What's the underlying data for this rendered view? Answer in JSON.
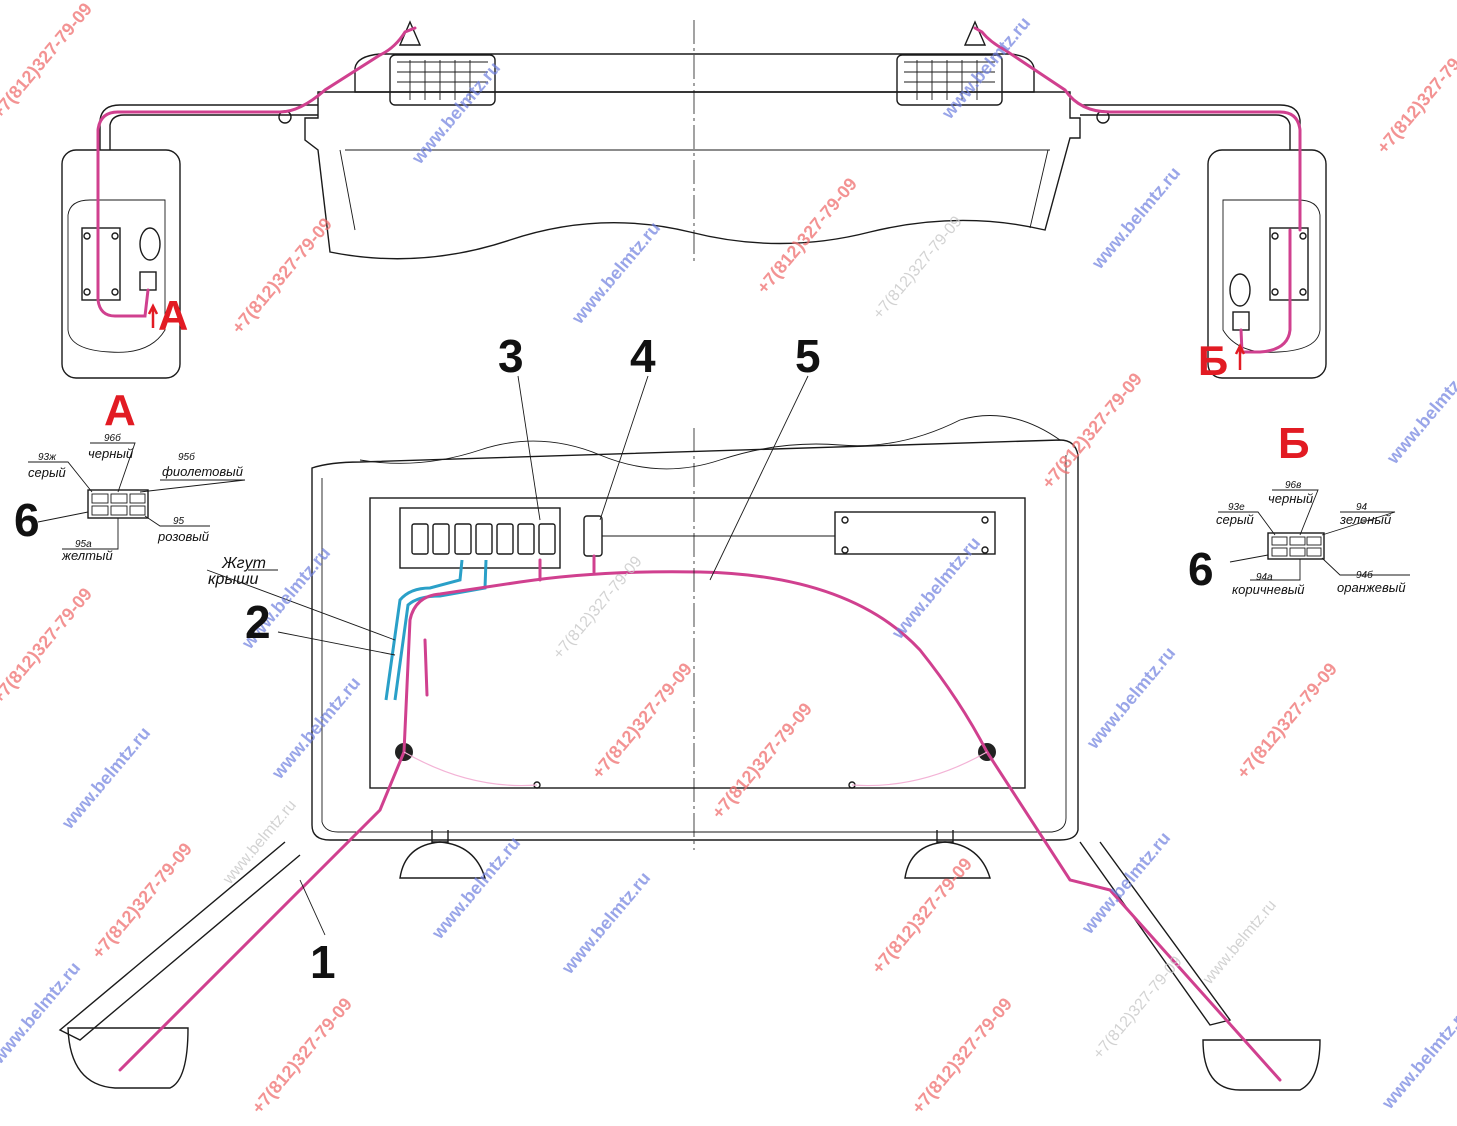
{
  "labels": {
    "n1": "1",
    "n2": "2",
    "n3": "3",
    "n4": "4",
    "n5": "5",
    "n6_left": "6",
    "n6_right": "6",
    "harness_line1": "Жгут",
    "harness_line2": "крыши"
  },
  "views": {
    "a_marker": "А",
    "b_marker": "Б",
    "a_title": "А",
    "b_title": "Б"
  },
  "connector_a": {
    "w1_code": "93ж",
    "w1_color": "серый",
    "w2_code": "96б",
    "w2_color": "черный",
    "w3_code": "95б",
    "w3_color": "фиолетовый",
    "w4_code": "95а",
    "w4_color": "желтый",
    "w5_code": "95",
    "w5_color": "розовый"
  },
  "connector_b": {
    "w1_code": "93е",
    "w1_color": "серый",
    "w2_code": "96в",
    "w2_color": "черный",
    "w3_code": "94",
    "w3_color": "зеленый",
    "w4_code": "94а",
    "w4_color": "коричневый",
    "w5_code": "94б",
    "w5_color": "оранжевый"
  },
  "watermarks": {
    "phone": "+7(812)327-79-09",
    "site": "www.belmtz.ru"
  },
  "colors": {
    "wire": "#d0408f",
    "harness": "#2aa0c8",
    "marker": "#e21b23"
  }
}
